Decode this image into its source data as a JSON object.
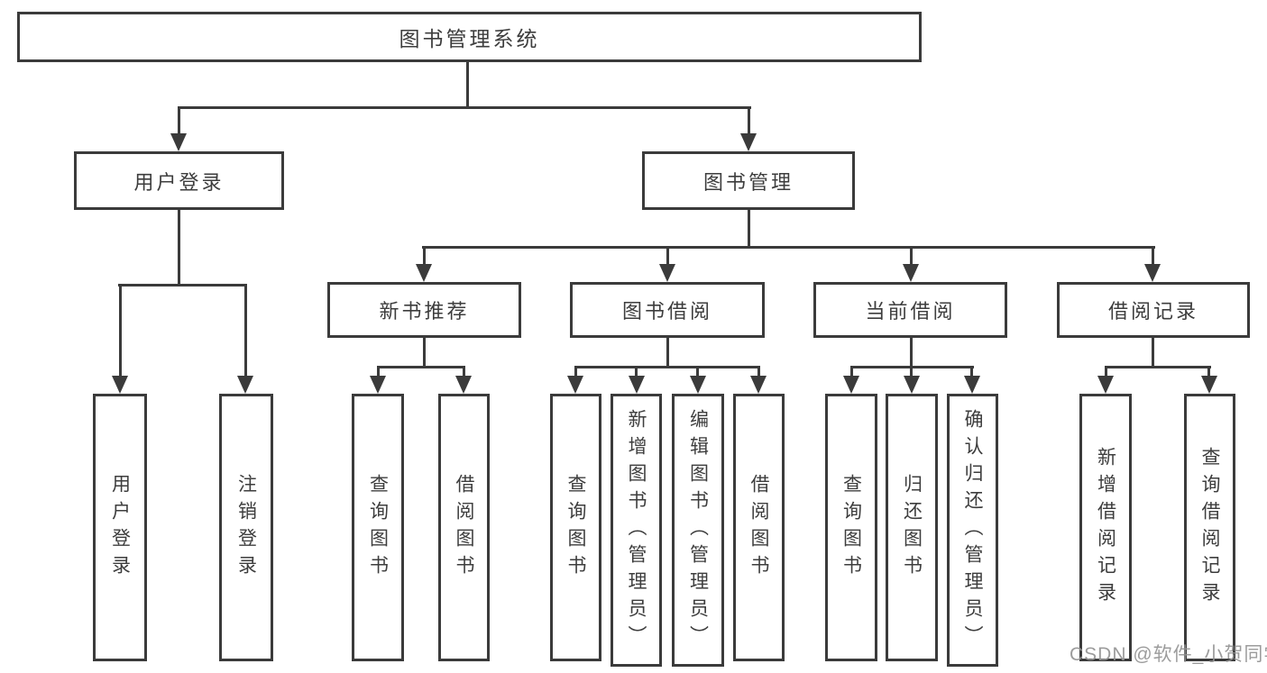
{
  "diagram": {
    "title": "图书管理系统",
    "branches": [
      {
        "label": "用户登录",
        "children": [
          {
            "label": "用户登录"
          },
          {
            "label": "注销登录"
          }
        ]
      },
      {
        "label": "图书管理",
        "children": [
          {
            "label": "新书推荐",
            "children": [
              {
                "label": "查询图书"
              },
              {
                "label": "借阅图书"
              }
            ]
          },
          {
            "label": "图书借阅",
            "children": [
              {
                "label": "查询图书"
              },
              {
                "label": "新增图书（管理员）"
              },
              {
                "label": "编辑图书（管理员）"
              },
              {
                "label": "借阅图书"
              }
            ]
          },
          {
            "label": "当前借阅",
            "children": [
              {
                "label": "查询图书"
              },
              {
                "label": "归还图书"
              },
              {
                "label": "确认归还（管理员）"
              }
            ]
          },
          {
            "label": "借阅记录",
            "children": [
              {
                "label": "新增借阅记录"
              },
              {
                "label": "查询借阅记录"
              }
            ]
          }
        ]
      }
    ]
  },
  "watermark": {
    "text": "CSDN @软件_小贺同学"
  },
  "colors": {
    "line": "#3b3b3b",
    "text": "#3d3d3d",
    "watermark": "#949494",
    "background": "#ffffff"
  }
}
